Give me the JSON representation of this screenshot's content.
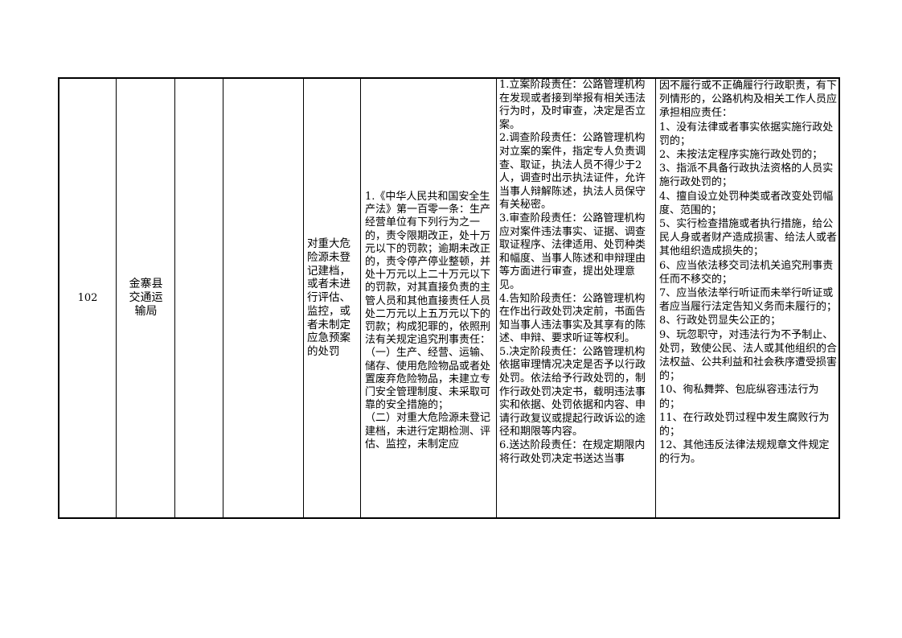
{
  "row": {
    "number": "102",
    "department": "金寨县交通运输局",
    "title": "对重大危险源未登记建档，或者未进行评估、监控，或者未制定应急预案的处罚",
    "basis": "1.《中华人民共和国安全生产法》第一百零一条：生产经营单位有下列行为之一的，责令限期改正，处十万元以下的罚款；逾期未改正的，责令停产停业整顿，并处十万元以上二十万元以下的罚款，对其直接负责的主管人员和其他直接责任人员处二万元以上五万元以下的罚款；构成犯罪的，依照刑法有关规定追究刑事责任：\n（一）生产、经营、运输、储存、使用危险物品或者处置废弃危险物品，未建立专门安全管理制度、未采取可靠的安全措施的；\n（二）对重大危险源未登记建档，未进行定期检测、评估、监控，未制定应",
    "responsibilities": [
      "1.立案阶段责任：公路管理机构在发现或者接到举报有相关违法行为时，及时审查，决定是否立案。",
      "2.调查阶段责任：公路管理机构对立案的案件，指定专人负责调查、取证，执法人员不得少于2人，调查时出示执法证件，允许当事人辩解陈述，执法人员保守有关秘密。",
      "3.审查阶段责任：公路管理机构应对案件违法事实、证据、调查取证程序、法律适用、处罚种类和幅度、当事人陈述和申辩理由等方面进行审查，提出处理意见。",
      "4.告知阶段责任：公路管理机构在作出行政处罚决定前，书面告知当事人违法事实及其享有的陈述、申辩、要求听证等权利。",
      "5.决定阶段责任：公路管理机构依据审理情况决定是否予以行政处罚。依法给予行政处罚的，制作行政处罚决定书，载明违法事实和依据、处罚依据和内容、申请行政复议或提起行政诉讼的途径和期限等内容。",
      "6.送达阶段责任：在规定期限内将行政处罚决定书送达当事"
    ],
    "accountability": [
      "因不履行或不正确履行行政职责，有下列情形的，公路机构及相关工作人员应承担相应责任：",
      "1、没有法律或者事实依据实施行政处罚的；",
      "2、未按法定程序实施行政处罚的；",
      "3、指派不具备行政执法资格的人员实施行政处罚的；",
      "4、擅自设立处罚种类或者改变处罚幅度、范围的；",
      "5、实行检查措施或者执行措施，给公民人身或者财产造成损害、给法人或者其他组织造成损失的；",
      "6、应当依法移交司法机关追究刑事责任而不移交的；",
      "7、应当依法举行听证而未举行听证或者应当履行法定告知义务而未履行的；",
      "8、行政处罚显失公正的；",
      "9、玩忽职守，对违法行为不予制止、处罚，致使公民、法人或其他组织的合法权益、公共利益和社会秩序遭受损害的；",
      "10、徇私舞弊、包庇纵容违法行为的；",
      "11、在行政处罚过程中发生腐败行为的；",
      "12、其他违反法律法规规章文件规定的行为。"
    ]
  }
}
